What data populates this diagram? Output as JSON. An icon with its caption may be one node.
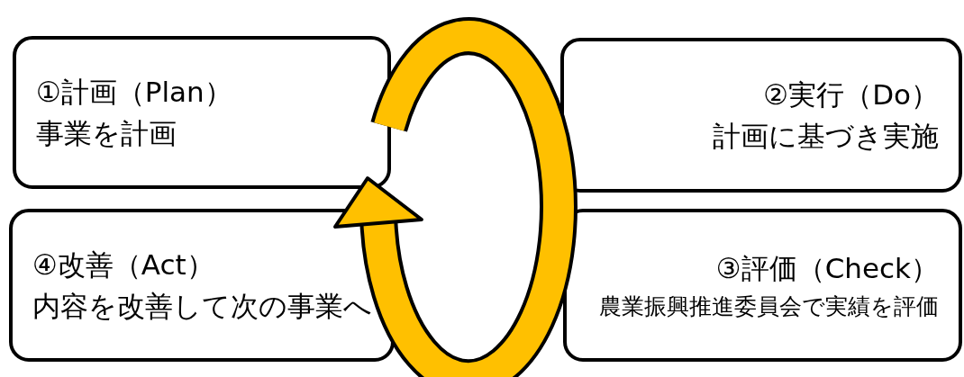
{
  "diagram": {
    "nodes": [
      {
        "text": [
          "①計画（Plan）",
          "事業を計画"
        ]
      },
      {
        "text": [
          "②実行（Do）",
          "計画に基づき実施"
        ]
      },
      {
        "text": [
          "③評価（Check）",
          "農業振興推進委員会で実績を評価"
        ]
      },
      {
        "text": [
          "④改善（Act）",
          "内容を改善して次の事業へ"
        ]
      }
    ]
  }
}
